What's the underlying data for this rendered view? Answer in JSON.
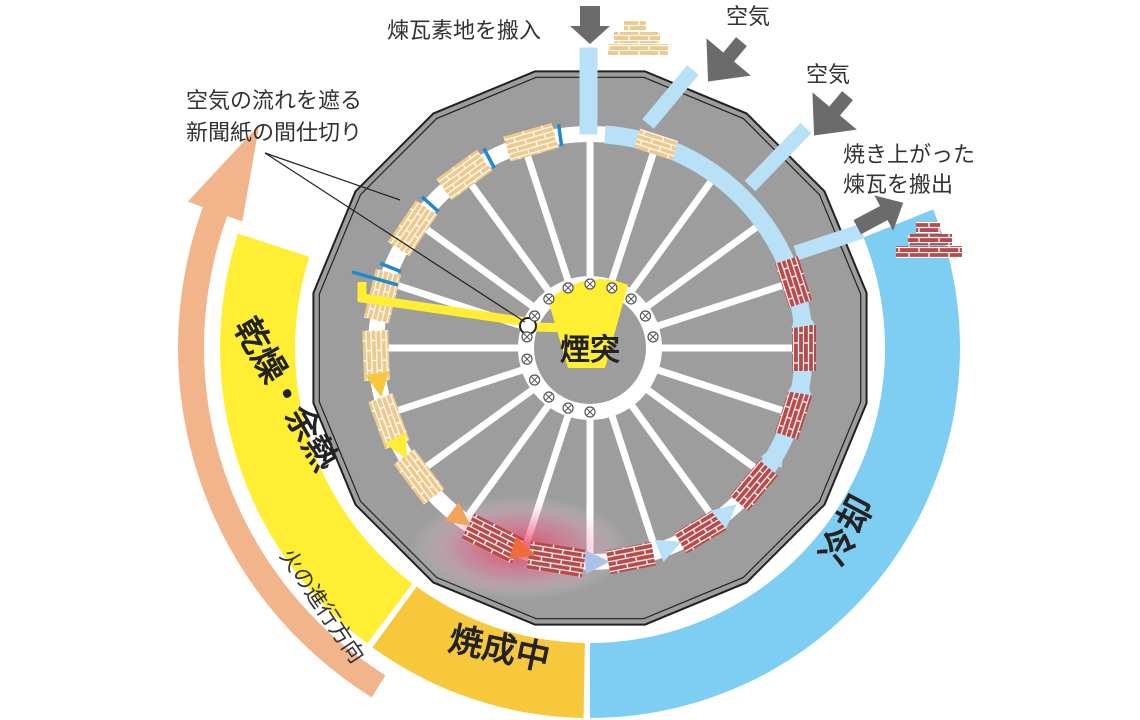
{
  "labels": {
    "brick_in": "煉瓦素地を搬入",
    "air_1": "空気",
    "air_2": "空気",
    "partition_line1": "空気の流れを遮る",
    "partition_line2": "新聞紙の間仕切り",
    "fired_out_line1": "焼き上がった",
    "fired_out_line2": "煉瓦を搬出",
    "chimney": "煙突",
    "fire_direction": "火の進行方向"
  },
  "zones": {
    "drying": {
      "label": "乾燥・余熱",
      "color": "#ffee33"
    },
    "firing": {
      "label": "焼成中",
      "color": "#f8c83c"
    },
    "cooling": {
      "label": "冷却",
      "color": "#7ecdf2"
    }
  },
  "colors": {
    "kiln_gray": "#9d9d9d",
    "unfired_brick": "#eec98c",
    "fired_brick": "#b84a4a",
    "air_flow": "#b8e0f7",
    "fire_arrow": "#f2b48a",
    "partition": "#1e88d4"
  }
}
